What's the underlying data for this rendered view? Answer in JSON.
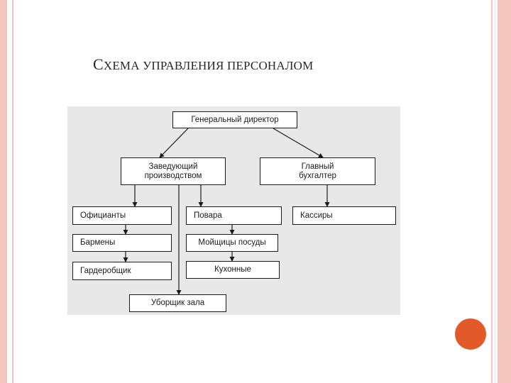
{
  "title": {
    "cap": "С",
    "rest": "ХЕМА УПРАВЛЕНИЯ ПЕРСОНАЛОМ"
  },
  "diagram": {
    "general_director": "Генеральный директор",
    "production_manager": "Заведующий\nпроизводством",
    "chief_accountant": "Главный\nбухгалтер",
    "waiters": "Официанты",
    "bartenders": "Бармены",
    "cloakroom": "Гардеробщик",
    "cooks": "Повара",
    "dishwashers": "Мойщицы посуды",
    "kitchen_staff": "Кухонные",
    "cashiers": "Кассиры",
    "hall_cleaner": "Уборщик зала"
  },
  "colors": {
    "frame": "#f2c6bd",
    "accent_dot": "#e35a2a",
    "diagram_bg": "#e8e8e8"
  }
}
